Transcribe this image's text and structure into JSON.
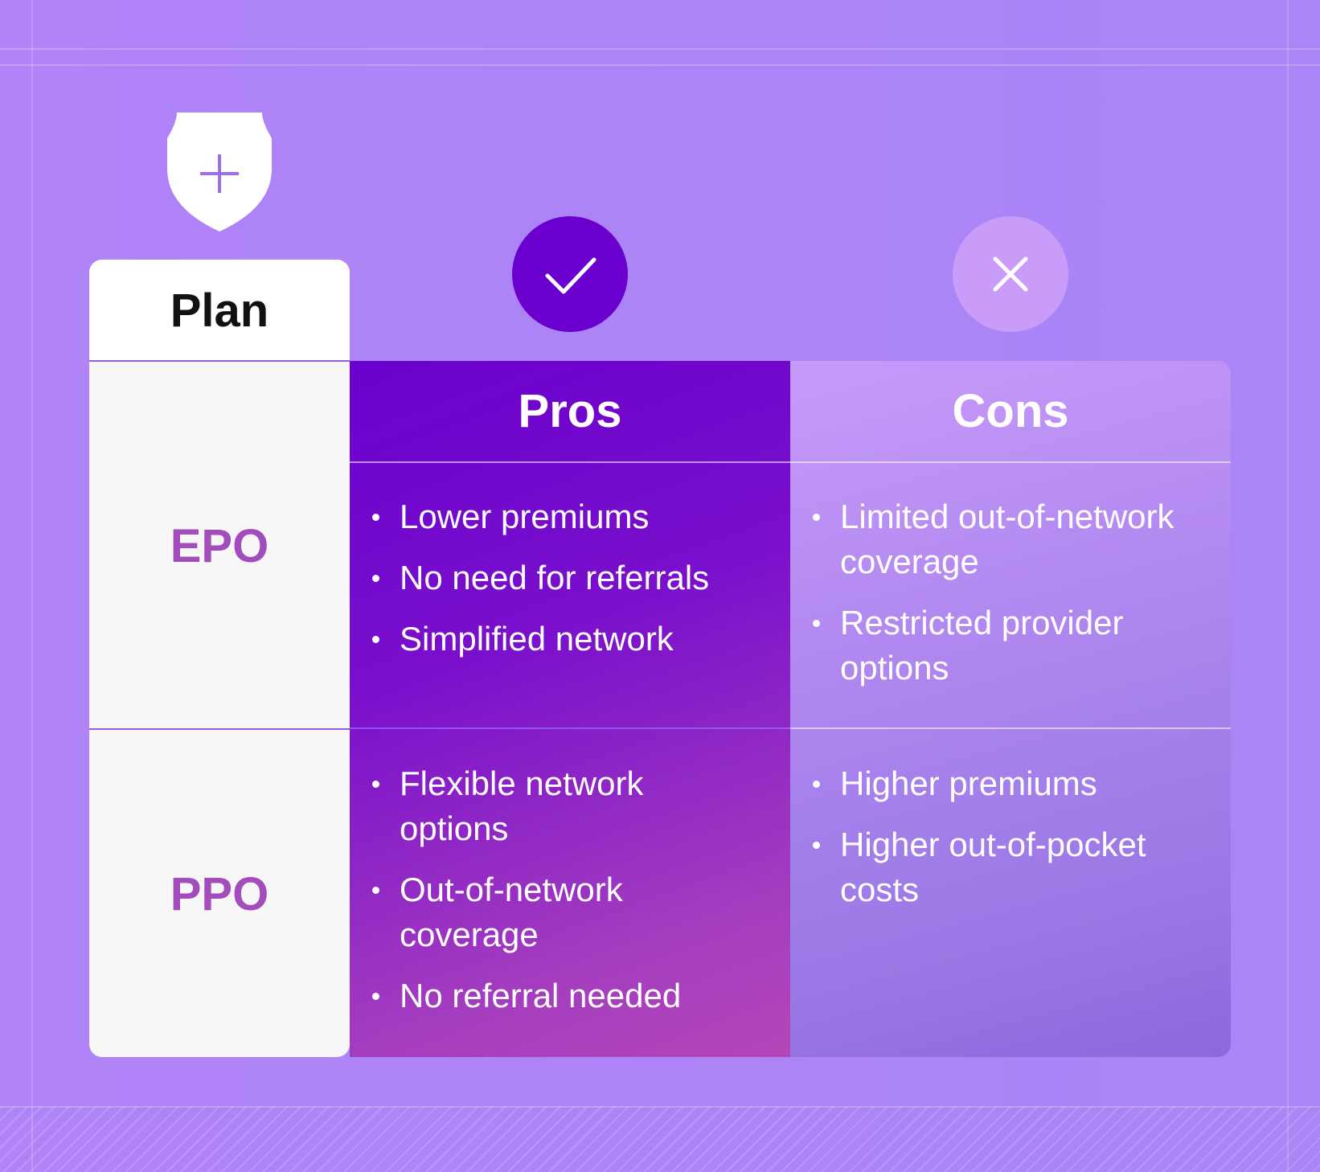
{
  "table": {
    "plan_header": "Plan",
    "pros_header": "Pros",
    "cons_header": "Cons",
    "rows": [
      {
        "plan": "EPO",
        "pros": [
          "Lower premiums",
          "No need for referrals",
          "Simplified network"
        ],
        "cons": [
          "Limited out-of-network coverage",
          "Restricted provider options"
        ]
      },
      {
        "plan": "PPO",
        "pros": [
          "Flexible network options",
          "Out-of-network coverage",
          "No referral needed"
        ],
        "cons": [
          "Higher premiums",
          "Higher out-of-pocket costs"
        ]
      }
    ]
  },
  "icons": {
    "shield": "shield-plus-icon",
    "pros": "check-icon",
    "cons": "x-icon"
  },
  "colors": {
    "background": "#b083f7",
    "pros_accent": "#6a00cd",
    "cons_accent": "#c69af9",
    "plan_label": "#a24dbb"
  }
}
